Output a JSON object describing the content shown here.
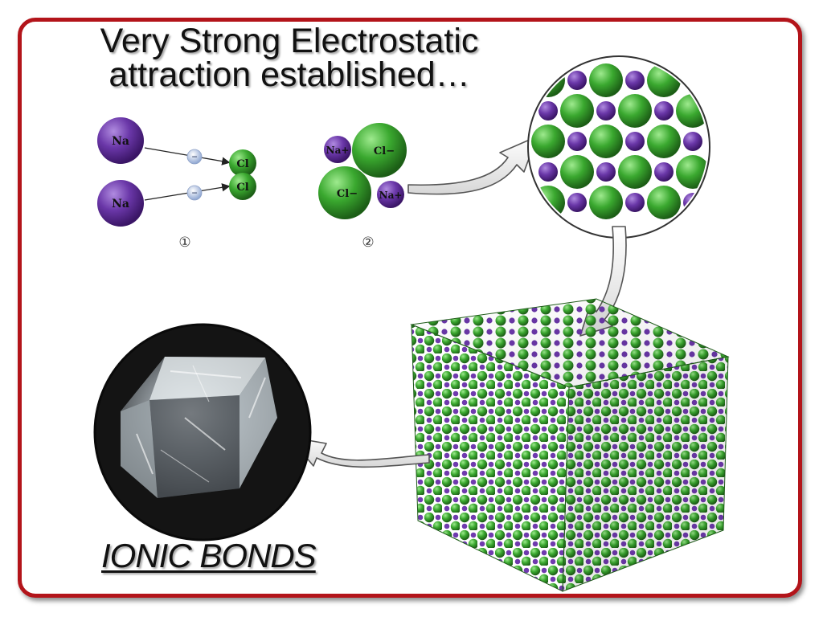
{
  "title": {
    "line1": "Very Strong Electrostatic",
    "line2": "attraction established…"
  },
  "step1": {
    "atoms": [
      "Na",
      "Na",
      "Cl",
      "Cl"
    ],
    "electron": "−",
    "number": "①"
  },
  "step2": {
    "ions": [
      "Na+",
      "Cl−",
      "Cl−",
      "Na+"
    ],
    "number": "②"
  },
  "caption": "IONIC BONDS",
  "colors": {
    "border": "#b3141a",
    "sodium": "#5a2a91",
    "chlorine": "#2f9a27",
    "electron": "#b8c8e8"
  }
}
